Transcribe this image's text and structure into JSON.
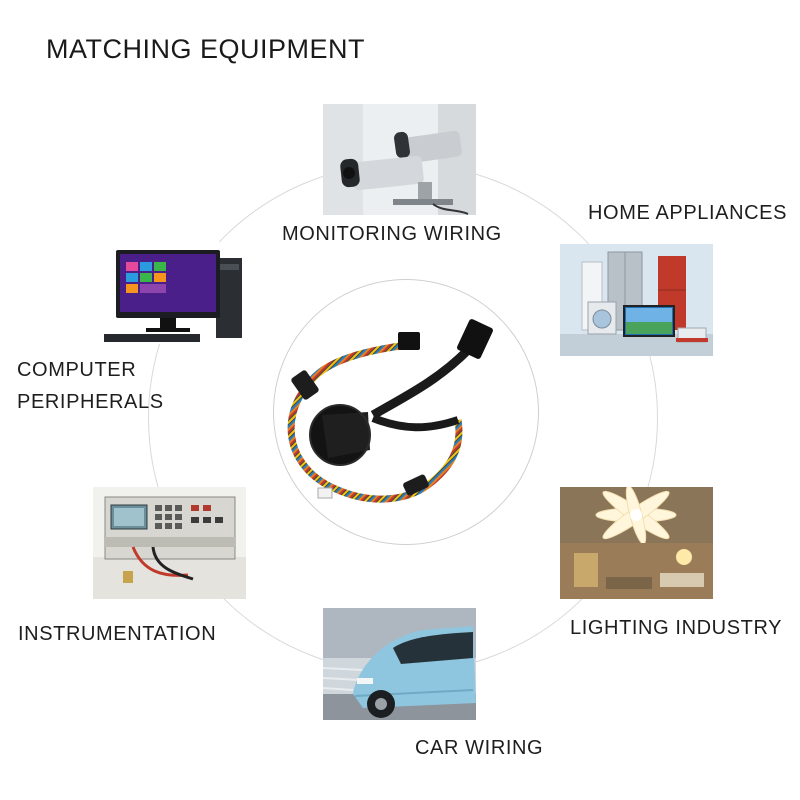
{
  "page": {
    "title": "MATCHING EQUIPMENT"
  },
  "applications": [
    {
      "id": "monitoring",
      "label": "MONITORING WIRING",
      "icon": "cctv-camera-photo"
    },
    {
      "id": "home",
      "label": "HOME APPLIANCES",
      "icon": "home-appliances-photo"
    },
    {
      "id": "computer",
      "label_lines": [
        "COMPUTER",
        "PERIPHERALS"
      ],
      "icon": "computer-monitor-photo"
    },
    {
      "id": "instrumentation",
      "label": "INSTRUMENTATION",
      "icon": "test-instrument-photo"
    },
    {
      "id": "lighting",
      "label": "LIGHTING INDUSTRY",
      "icon": "ceiling-lamp-photo"
    },
    {
      "id": "car",
      "label": "CAR WIRING",
      "icon": "car-photo"
    }
  ],
  "center": {
    "icon": "wire-harness-photo"
  },
  "colors": {
    "ring": "#d9d9d9",
    "text": "#1e1e1e"
  }
}
